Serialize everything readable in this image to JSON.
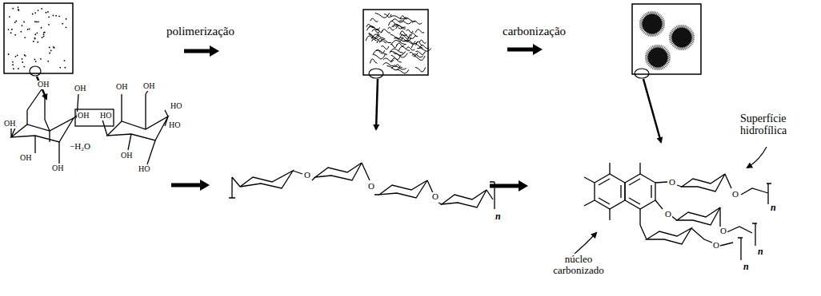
{
  "diagram": {
    "labels": [
      "polimerização",
      "carbonização",
      "OH",
      "OH",
      "OH",
      "OH",
      "OH",
      "OH",
      "HO",
      "−H₂O",
      "OH",
      "OH",
      "HO",
      "HO",
      "OH",
      "HO",
      "O",
      "O",
      "O",
      "n",
      "O",
      "O",
      "O",
      "O",
      "n",
      "n",
      "Superfície hidrofílica",
      "núcleo carbonizado",
      "n",
      "O"
    ]
  }
}
